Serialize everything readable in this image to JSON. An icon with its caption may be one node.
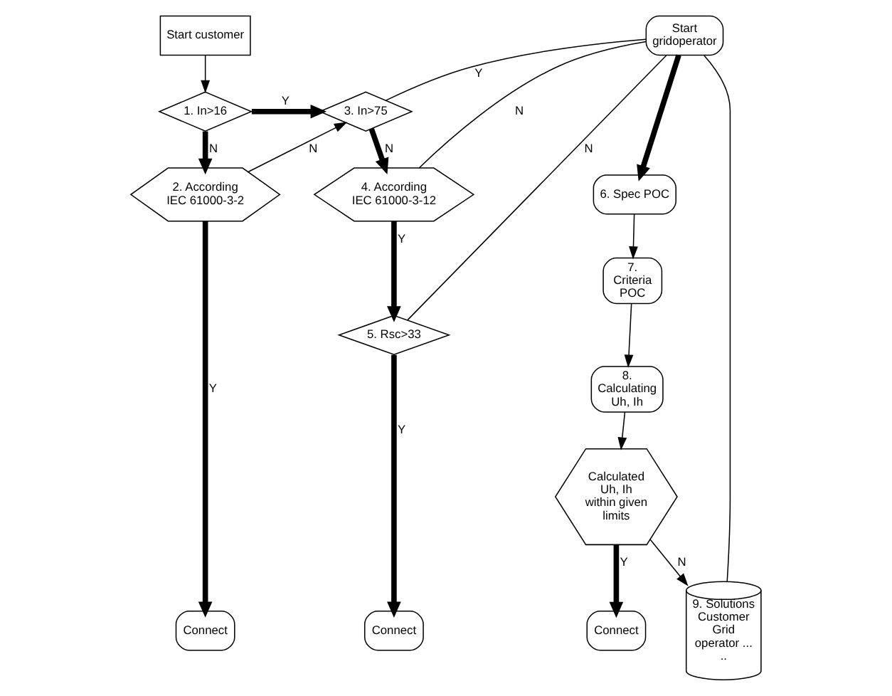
{
  "diagram": {
    "nodes": [
      {
        "text": [
          "Start customer"
        ]
      },
      {
        "text": [
          "1. In>16"
        ]
      },
      {
        "text": [
          "2. According IEC 61000-3-2"
        ]
      },
      {
        "text": [
          "Connect"
        ]
      },
      {
        "text": [
          "3. In>75"
        ]
      },
      {
        "text": [
          "4. According IEC 61000-3-12"
        ]
      },
      {
        "text": [
          "5. Rsc>33"
        ]
      },
      {
        "text": [
          "Connect"
        ]
      },
      {
        "text": [
          "Start gridoperator"
        ]
      },
      {
        "text": [
          "6. Spec POC"
        ]
      },
      {
        "text": [
          "7. Criteria POC"
        ]
      },
      {
        "text": [
          "8. Calculating Uh, Ih"
        ]
      },
      {
        "text": [
          "Calculated Uh, Ih within given limits"
        ]
      },
      {
        "text": [
          "Connect"
        ]
      },
      {
        "text": [
          "9. Solutions Customer Grid operator ... .."
        ]
      }
    ],
    "edges": [
      {
        "from": 0,
        "to": 1,
        "arrow": "to"
      },
      {
        "from": 1,
        "to": 2,
        "arrow": "to",
        "label": "N",
        "style": "thick"
      },
      {
        "from": 1,
        "to": 4,
        "arrow": "to",
        "label": "Y",
        "style": "thick"
      },
      {
        "from": 2,
        "to": 4,
        "arrow": "to",
        "label": "N"
      },
      {
        "from": 2,
        "to": 3,
        "arrow": "to",
        "label": "Y",
        "style": "thick"
      },
      {
        "from": 4,
        "to": 5,
        "arrow": "to",
        "label": "N",
        "style": "thick"
      },
      {
        "from": 4,
        "to": 8,
        "arrow": "none",
        "label": "Y"
      },
      {
        "from": 5,
        "to": 8,
        "arrow": "none",
        "label": "N"
      },
      {
        "from": 5,
        "to": 6,
        "arrow": "to",
        "label": "Y",
        "style": "thick"
      },
      {
        "from": 6,
        "to": 8,
        "arrow": "none",
        "label": "N"
      },
      {
        "from": 6,
        "to": 7,
        "arrow": "to",
        "label": "Y",
        "style": "thick"
      },
      {
        "from": 8,
        "to": 9,
        "arrow": "to",
        "style": "thick"
      },
      {
        "from": 8,
        "to": 14,
        "arrow": "none"
      },
      {
        "from": 9,
        "to": 10,
        "arrow": "to"
      },
      {
        "from": 10,
        "to": 11,
        "arrow": "to"
      },
      {
        "from": 11,
        "to": 12,
        "arrow": "to"
      },
      {
        "from": 12,
        "to": 13,
        "arrow": "to",
        "label": "Y",
        "style": "thick"
      },
      {
        "from": 12,
        "to": 14,
        "arrow": "to",
        "label": "N"
      }
    ]
  }
}
